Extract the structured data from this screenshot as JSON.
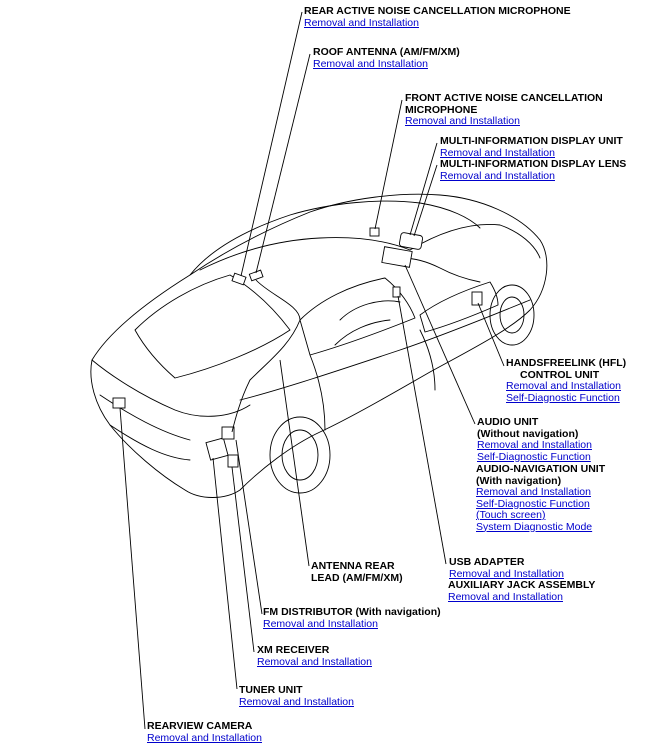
{
  "callouts": [
    {
      "id": "rear_anc_mic",
      "title": [
        "REAR ACTIVE NOISE CANCELLATION MICROPHONE"
      ],
      "links": [
        "Removal and Installation"
      ]
    },
    {
      "id": "roof_antenna",
      "title": [
        "ROOF ANTENNA (AM/FM/XM)"
      ],
      "links": [
        "Removal and Installation"
      ]
    },
    {
      "id": "front_anc_mic",
      "title": [
        "FRONT ACTIVE NOISE CANCELLATION",
        "MICROPHONE"
      ],
      "links": [
        "Removal and Installation"
      ]
    },
    {
      "id": "mid_unit",
      "title": [
        "MULTI-INFORMATION DISPLAY UNIT"
      ],
      "links": [
        "Removal and Installation"
      ]
    },
    {
      "id": "mid_lens",
      "title": [
        "MULTI-INFORMATION DISPLAY LENS"
      ],
      "links": [
        "Removal and Installation"
      ]
    },
    {
      "id": "hfl",
      "title": [
        "HANDSFREELINK (HFL)",
        "CONTROL UNIT"
      ],
      "links": [
        "Removal and Installation",
        "Self-Diagnostic Function"
      ]
    },
    {
      "id": "audio_unit",
      "title": [
        "AUDIO UNIT",
        "(Without navigation)"
      ],
      "links": [
        "Removal and Installation",
        "Self-Diagnostic Function"
      ]
    },
    {
      "id": "audio_nav",
      "title": [
        "AUDIO-NAVIGATION UNIT",
        "(With navigation)"
      ],
      "links": [
        "Removal and Installation",
        "Self-Diagnostic Function",
        "(Touch screen)",
        "System Diagnostic Mode"
      ]
    },
    {
      "id": "usb",
      "title": [
        "USB ADAPTER"
      ],
      "links": [
        "Removal and Installation"
      ]
    },
    {
      "id": "aux",
      "title": [
        "AUXILIARY JACK ASSEMBLY"
      ],
      "links": [
        "Removal and Installation"
      ]
    },
    {
      "id": "antenna_lead",
      "title": [
        "ANTENNA REAR",
        "LEAD (AM/FM/XM)"
      ],
      "links": []
    },
    {
      "id": "fm_dist",
      "title": [
        "FM DISTRIBUTOR (With navigation)"
      ],
      "links": [
        "Removal and Installation"
      ]
    },
    {
      "id": "xm",
      "title": [
        "XM RECEIVER"
      ],
      "links": [
        "Removal and Installation"
      ]
    },
    {
      "id": "tuner",
      "title": [
        "TUNER UNIT"
      ],
      "links": [
        "Removal and Installation"
      ]
    },
    {
      "id": "camera",
      "title": [
        "REARVIEW CAMERA"
      ],
      "links": [
        "Removal and Installation"
      ]
    }
  ]
}
